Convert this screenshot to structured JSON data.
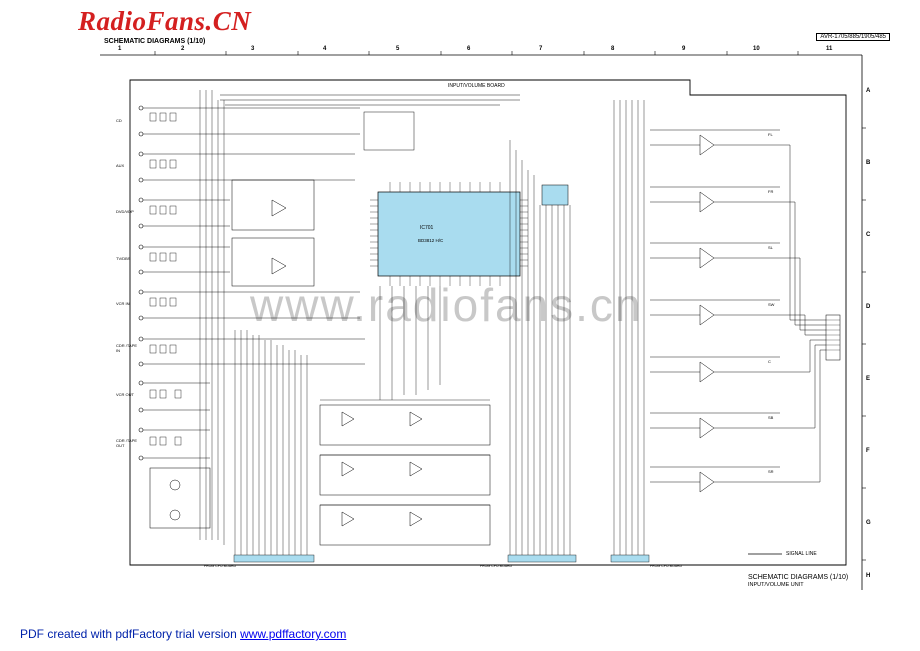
{
  "header": {
    "logo": "RadioFans.CN",
    "title": "SCHEMATIC DIAGRAMS (1/10)",
    "model": "AVR-1705/885/1905/485"
  },
  "grid": {
    "columns": [
      "1",
      "2",
      "3",
      "4",
      "5",
      "6",
      "7",
      "8",
      "9",
      "10",
      "11"
    ],
    "rows": [
      "A",
      "B",
      "C",
      "D",
      "E",
      "F",
      "G",
      "H"
    ]
  },
  "board": {
    "title": "INPUT/VOLUME BOARD",
    "ic_label": "IC701",
    "ic_sub": "BD3812 H/C",
    "signal_line": "SIGNAL LINE"
  },
  "inputs": [
    "CD",
    "AUX",
    "DVD/VDP",
    "TV/DBS",
    "VCR IN",
    "CDR /TAPE IN",
    "VCR OUT",
    "CDR /TAPE OUT"
  ],
  "outputs": [
    "FL",
    "FR",
    "SL",
    "SW",
    "C",
    "SB",
    "SR"
  ],
  "connectors": [
    "FROM CPU BOARD",
    "FROM CPU BOARD",
    "FROM CPU BOARD"
  ],
  "watermark": "www.radiofans.cn",
  "bottom": {
    "title": "SCHEMATIC DIAGRAMS (1/10)",
    "subtitle": "INPUT/VOLUME UNIT"
  },
  "footer": {
    "text": "PDF created with pdfFactory trial version ",
    "link": "www.pdffactory.com"
  }
}
